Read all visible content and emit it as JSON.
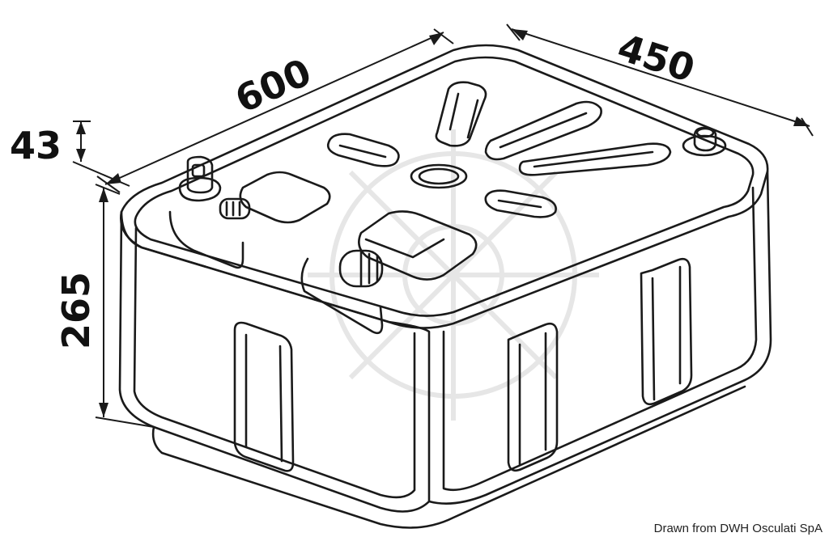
{
  "dimensions": {
    "length": "600",
    "width": "450",
    "fitting_height": "43",
    "height": "265"
  },
  "credit": "Drawn from DWH Osculati SpA",
  "colors": {
    "line": "#1a1a1a",
    "background": "#ffffff",
    "watermark": "#e6e6e6"
  },
  "icons": [
    "filler-cap-icon",
    "hose-connector-icon",
    "vent-fitting-icon"
  ]
}
